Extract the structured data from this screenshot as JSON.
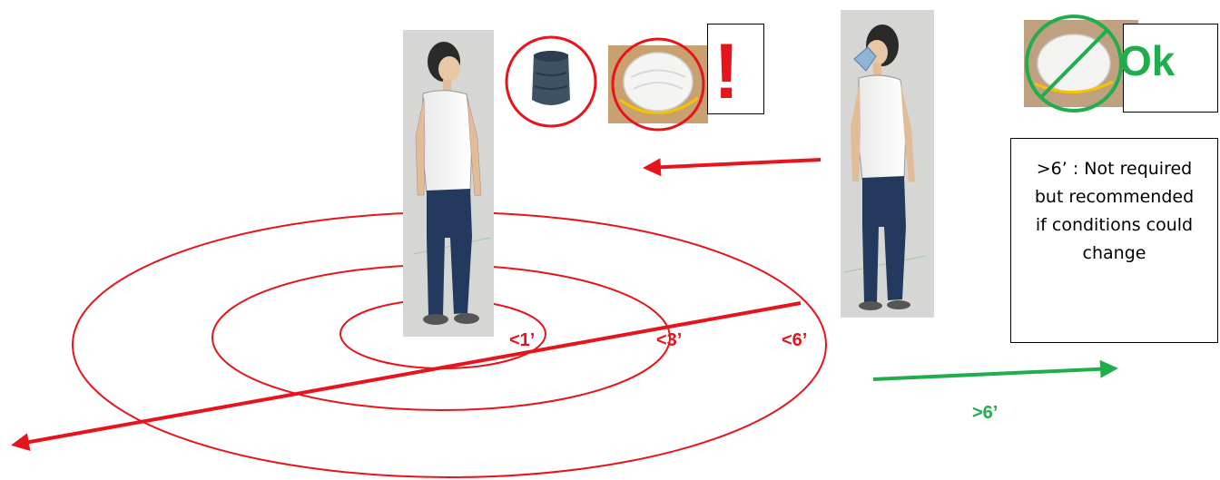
{
  "colors": {
    "red": "#e8141b",
    "green": "#1fae4b"
  },
  "distance_labels": {
    "ring_1": "<1’",
    "ring_3": "<3’",
    "ring_6": "<6’",
    "outside": ">6’"
  },
  "warning": {
    "symbol": "!"
  },
  "ok": {
    "label": "Ok"
  },
  "note": {
    "text": ">6’ : Not required but recommended if conditions could change"
  },
  "icons": {
    "person_left": "standing-person-icon",
    "person_right": "person-with-mask-icon",
    "gaiter": "neck-gaiter-icon",
    "respirator": "respirator-mask-icon",
    "respirator_not_required": "respirator-crossed-icon"
  }
}
